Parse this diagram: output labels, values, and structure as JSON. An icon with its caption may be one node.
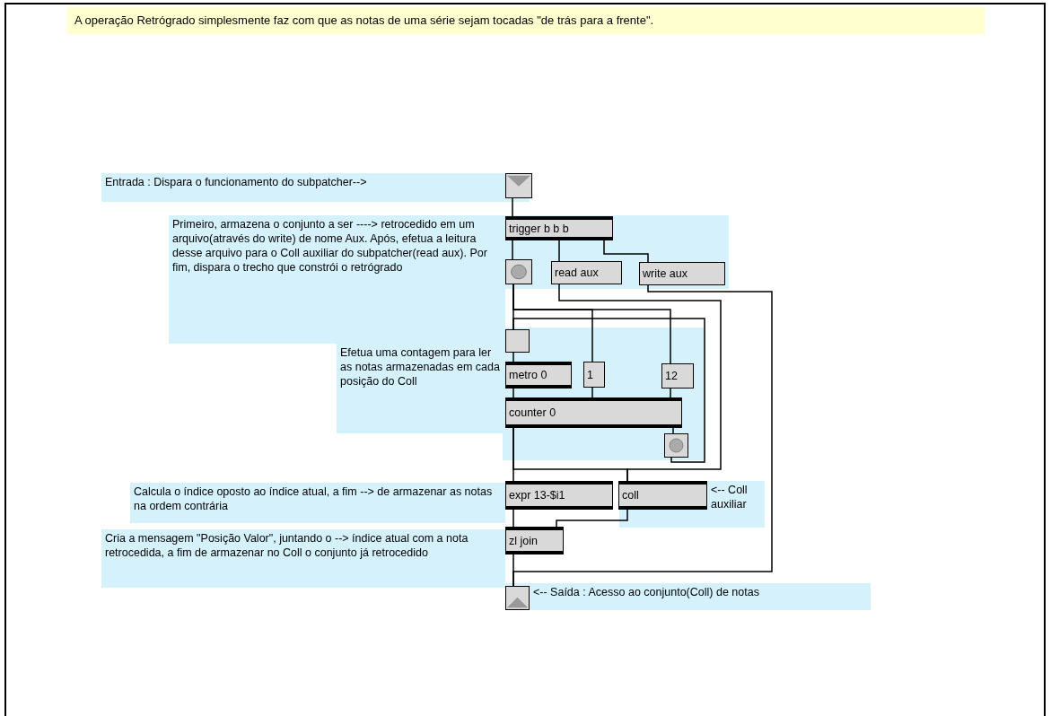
{
  "diagram": {
    "nodes": [
      {
        "text": [
          "A operação Retrógrado simplesmente faz com que as notas de uma série sejam tocadas \"de trás para a frente\"."
        ]
      },
      {
        "text": [
          "Entrada : Dispara o funcionamento do subpatcher-->"
        ]
      },
      {
        "text": [],
        "shape": "box"
      },
      {
        "text": [
          "Primeiro, armazena o conjunto a ser ----> retrocedido em um arquivo(através do write) de nome Aux. Após, efetua a leitura desse arquivo para o Coll auxiliar do subpatcher(read aux). Por fim, dispara o trecho que constrói o retrógrado"
        ]
      },
      {
        "text": [
          "trigger b b b"
        ]
      },
      {
        "text": [],
        "shape": "circle"
      },
      {
        "text": [
          "read aux"
        ]
      },
      {
        "text": [
          "write aux"
        ]
      },
      {
        "text": [],
        "shape": "box"
      },
      {
        "text": [
          "Efetua uma contagem para ler as notas armazenadas em cada posição do Coll"
        ]
      },
      {
        "text": [
          "metro 0"
        ]
      },
      {
        "text": [
          "1"
        ]
      },
      {
        "text": [
          "12"
        ]
      },
      {
        "text": [
          "counter 0"
        ]
      },
      {
        "text": [],
        "shape": "circle"
      },
      {
        "text": [
          "Calcula o índice oposto ao índice atual, a fim --> de armazenar as notas na ordem contrária"
        ]
      },
      {
        "text": [
          "expr 13-$i1"
        ]
      },
      {
        "text": [
          "coll"
        ]
      },
      {
        "text": [
          "<-- Coll auxiliar"
        ]
      },
      {
        "text": [
          "Cria a mensagem \"Posição Valor\", juntando o --> índice atual com a nota retrocedida, a fim de armazenar no Coll o conjunto já retrocedido"
        ]
      },
      {
        "text": [
          "zl join"
        ]
      },
      {
        "text": [],
        "shape": "box"
      },
      {
        "text": [
          "<-- Saída : Acesso ao conjunto(Coll) de notas"
        ]
      }
    ],
    "edges": [
      {
        "from": 2,
        "to": 4,
        "arrow": "none"
      },
      {
        "from": 4,
        "to": 5,
        "arrow": "none"
      },
      {
        "from": 4,
        "to": 6,
        "arrow": "none"
      },
      {
        "from": 4,
        "to": 7,
        "arrow": "none"
      },
      {
        "from": 5,
        "to": 8,
        "arrow": "none"
      },
      {
        "from": 5,
        "to": 11,
        "arrow": "none"
      },
      {
        "from": 5,
        "to": 12,
        "arrow": "none"
      },
      {
        "from": 6,
        "to": 17,
        "arrow": "none"
      },
      {
        "from": 7,
        "to": 21,
        "arrow": "none"
      },
      {
        "from": 8,
        "to": 10,
        "arrow": "none"
      },
      {
        "from": 10,
        "to": 13,
        "arrow": "none"
      },
      {
        "from": 11,
        "to": 13,
        "arrow": "none"
      },
      {
        "from": 12,
        "to": 13,
        "arrow": "none"
      },
      {
        "from": 13,
        "to": 14,
        "arrow": "none"
      },
      {
        "from": 14,
        "to": 8,
        "arrow": "none"
      },
      {
        "from": 13,
        "to": 16,
        "arrow": "none"
      },
      {
        "from": 13,
        "to": 17,
        "arrow": "none"
      },
      {
        "from": 16,
        "to": 20,
        "arrow": "none"
      },
      {
        "from": 17,
        "to": 20,
        "arrow": "none"
      },
      {
        "from": 20,
        "to": 21,
        "arrow": "none"
      }
    ]
  }
}
